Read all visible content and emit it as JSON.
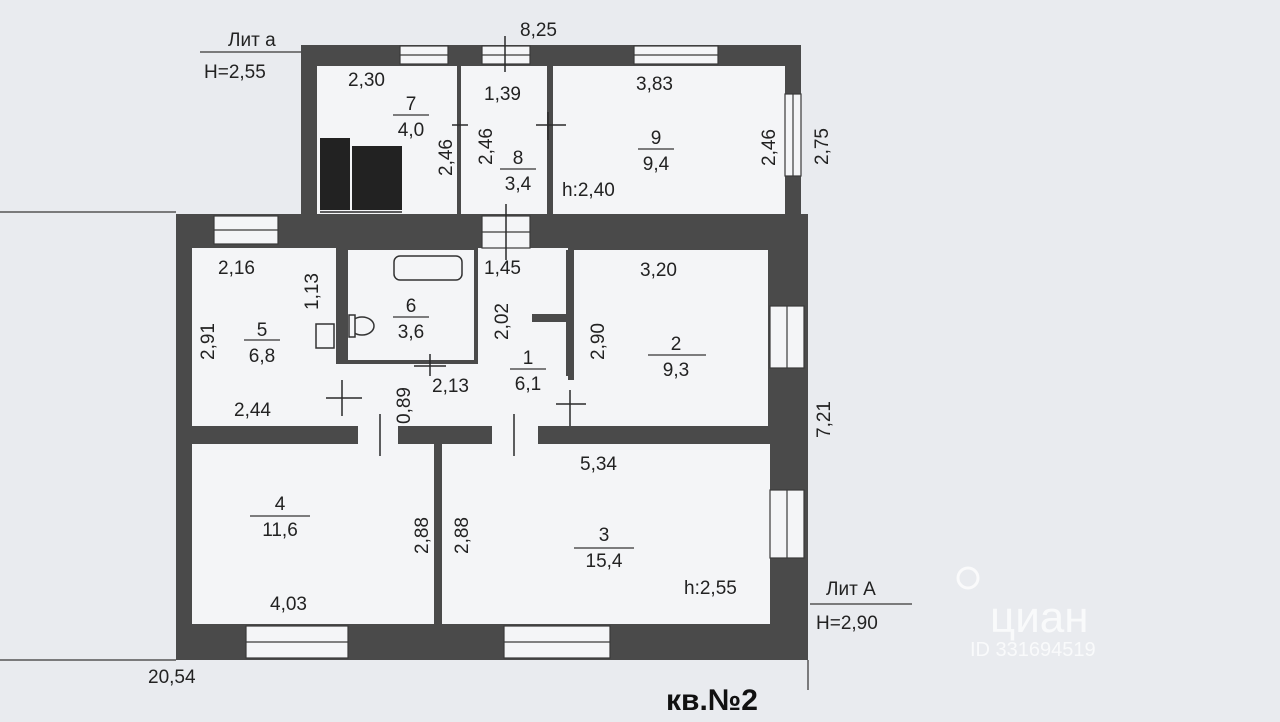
{
  "labels": {
    "lit_a_small": "Лит а",
    "h_small": "H=2,55",
    "lit_a_big": "Лит А",
    "h_big": "H=2,90",
    "width_total": "8,25",
    "right_top_dim": "2,75",
    "right_dim": "7,21",
    "bottom_left_dim": "20,54",
    "h_room": "h:2,40",
    "h_room_main": "h:2,55",
    "title": "кв.№2",
    "watermark_brand": "циан",
    "watermark_id": "ID 331694519"
  },
  "rooms": [
    {
      "num": "7",
      "area": "4,0"
    },
    {
      "num": "8",
      "area": "3,4"
    },
    {
      "num": "9",
      "area": "9,4"
    },
    {
      "num": "5",
      "area": "6,8"
    },
    {
      "num": "6",
      "area": "3,6"
    },
    {
      "num": "1",
      "area": "6,1"
    },
    {
      "num": "2",
      "area": "9,3"
    },
    {
      "num": "4",
      "area": "11,6"
    },
    {
      "num": "3",
      "area": "15,4"
    }
  ],
  "dims": {
    "r7_w": "2,30",
    "r7_h": "2,46",
    "r8_w": "1,39",
    "r8_h": "2,46",
    "r9_w": "3,83",
    "r9_h": "2,46",
    "r5_w": "2,16",
    "r5_top": "1,13",
    "r5_h": "2,91",
    "r5_bottom": "2,44",
    "r1_w": "1,45",
    "r1_h": "2,02",
    "r1_bottom": "2,13",
    "corridor": "0,89",
    "r2_w": "3,20",
    "r2_h": "2,90",
    "r3_w": "5,34",
    "r3_h": "2,88",
    "r4_h": "2,88",
    "r4_w": "4,03"
  }
}
